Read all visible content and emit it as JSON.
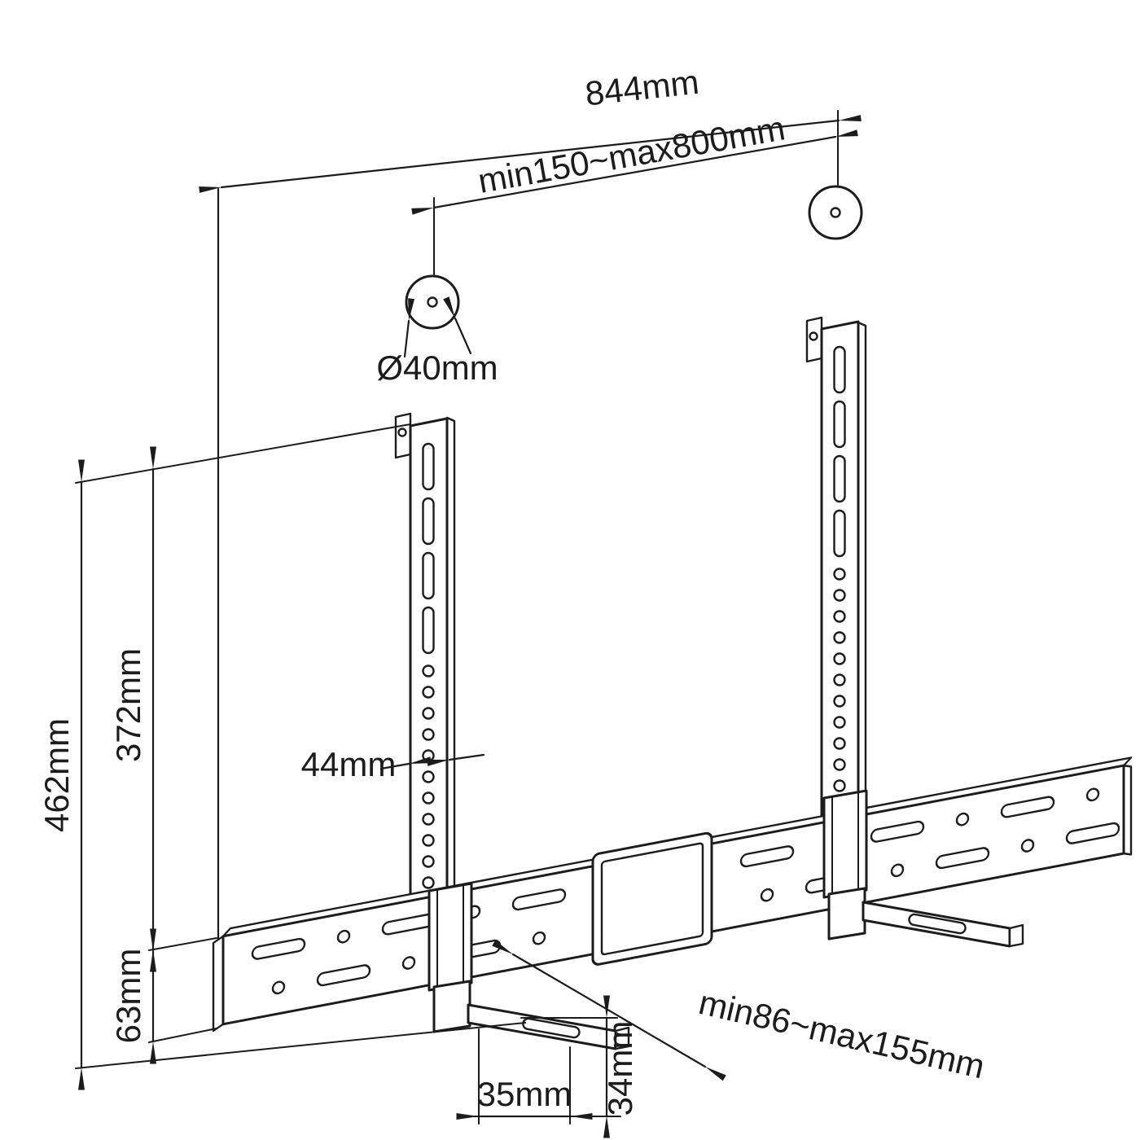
{
  "diagram": {
    "kind": "technical dimension drawing",
    "subject": "universal soundbar wall-mount bracket set",
    "units": "mm"
  },
  "colors": {
    "line": "#1c1c1c",
    "background": "#ffffff"
  },
  "dimensions": {
    "overall_width": "844mm",
    "vesa_hole_spacing": "min150~max800mm",
    "washer_diameter": "Ø40mm",
    "overall_height": "462mm",
    "upright_height": "372mm",
    "upright_width": "44mm",
    "rail_height": "63mm",
    "depth_adjustment": "min86~max155mm",
    "foot_slot_width": "35mm",
    "foot_lip_height": "34mm"
  }
}
